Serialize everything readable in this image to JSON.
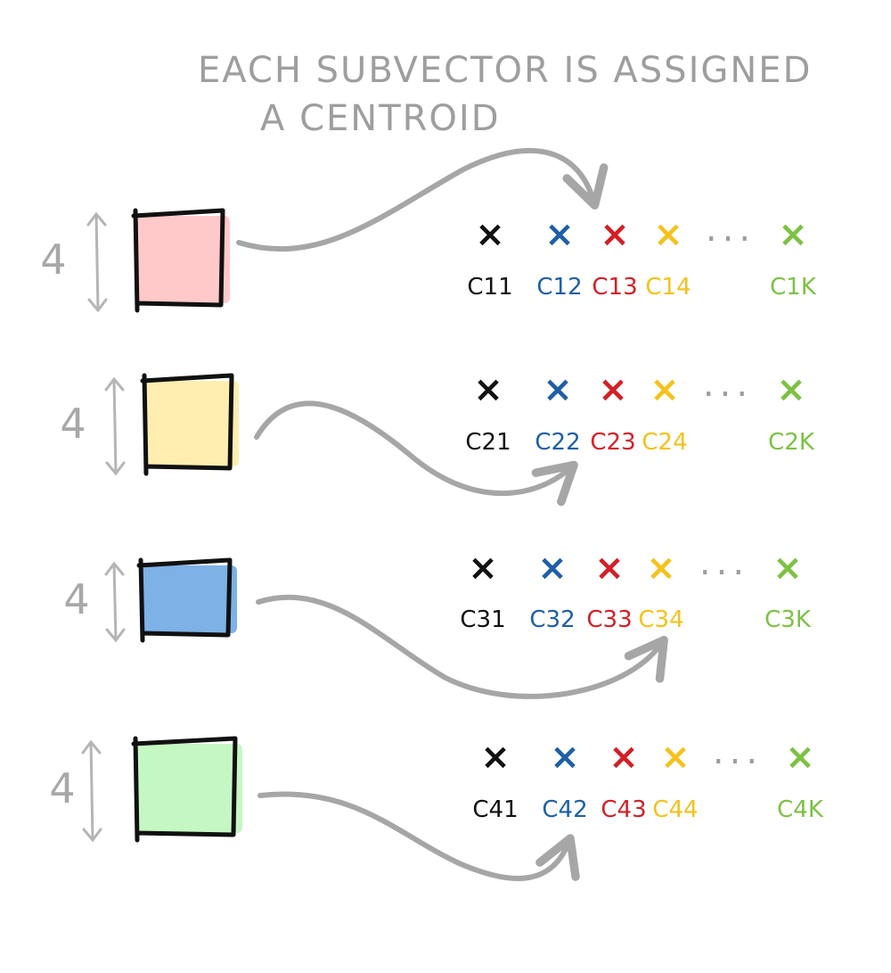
{
  "title": {
    "line1": "EACH SUBVECTOR IS ASSIGNED",
    "line2": "A CENTROID"
  },
  "colors": {
    "arrow": "#a6a6a6",
    "outline": "#111111",
    "centroid_colors": [
      "#111111",
      "#1f5fa8",
      "#d41f26",
      "#f5c21b",
      "#7cc243"
    ]
  },
  "rows": [
    {
      "dimension": "4",
      "fill": "#ffc9c9",
      "marker": "×",
      "ellipsis": "...",
      "labels": [
        "C11",
        "C12",
        "C13",
        "C14",
        "C1K"
      ]
    },
    {
      "dimension": "4",
      "fill": "#ffeeb0",
      "marker": "×",
      "ellipsis": "...",
      "labels": [
        "C21",
        "C22",
        "C23",
        "C24",
        "C2K"
      ]
    },
    {
      "dimension": "4",
      "fill": "#7eb1e6",
      "marker": "×",
      "ellipsis": "...",
      "labels": [
        "C31",
        "C32",
        "C33",
        "C34",
        "C3K"
      ]
    },
    {
      "dimension": "4",
      "fill": "#c5f7c3",
      "marker": "×",
      "ellipsis": "...",
      "labels": [
        "C41",
        "C42",
        "C43",
        "C44",
        "C4K"
      ]
    }
  ]
}
